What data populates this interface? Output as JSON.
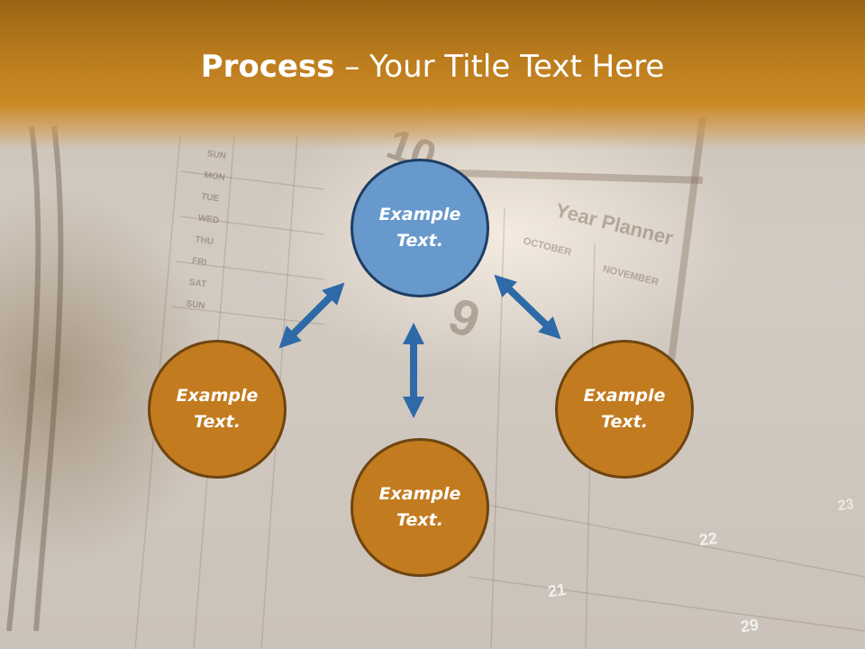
{
  "title": {
    "bold": "Process",
    "rest": " – Your Title Text Here"
  },
  "nodes": {
    "top": "Example\nText.",
    "left": "Example\nText.",
    "bottom": "Example\nText.",
    "right": "Example\nText."
  },
  "background_labels": {
    "year_planner": "Year Planner",
    "october": "OCTOBER",
    "november": "NOVEMBER",
    "n10": "10",
    "n9": "9",
    "n22": "22",
    "n21": "21",
    "n29": "29",
    "n23": "23",
    "days": [
      "SUN",
      "MON",
      "TUE",
      "WED",
      "THU",
      "FRI",
      "SAT",
      "SUN"
    ]
  },
  "colors": {
    "header": "#b87a1c",
    "top_circle": "#6899cc",
    "top_circle_border": "#1e3e62",
    "circle": "#c27b1f",
    "circle_border": "#6e4410",
    "arrow": "#2e6aa8"
  }
}
